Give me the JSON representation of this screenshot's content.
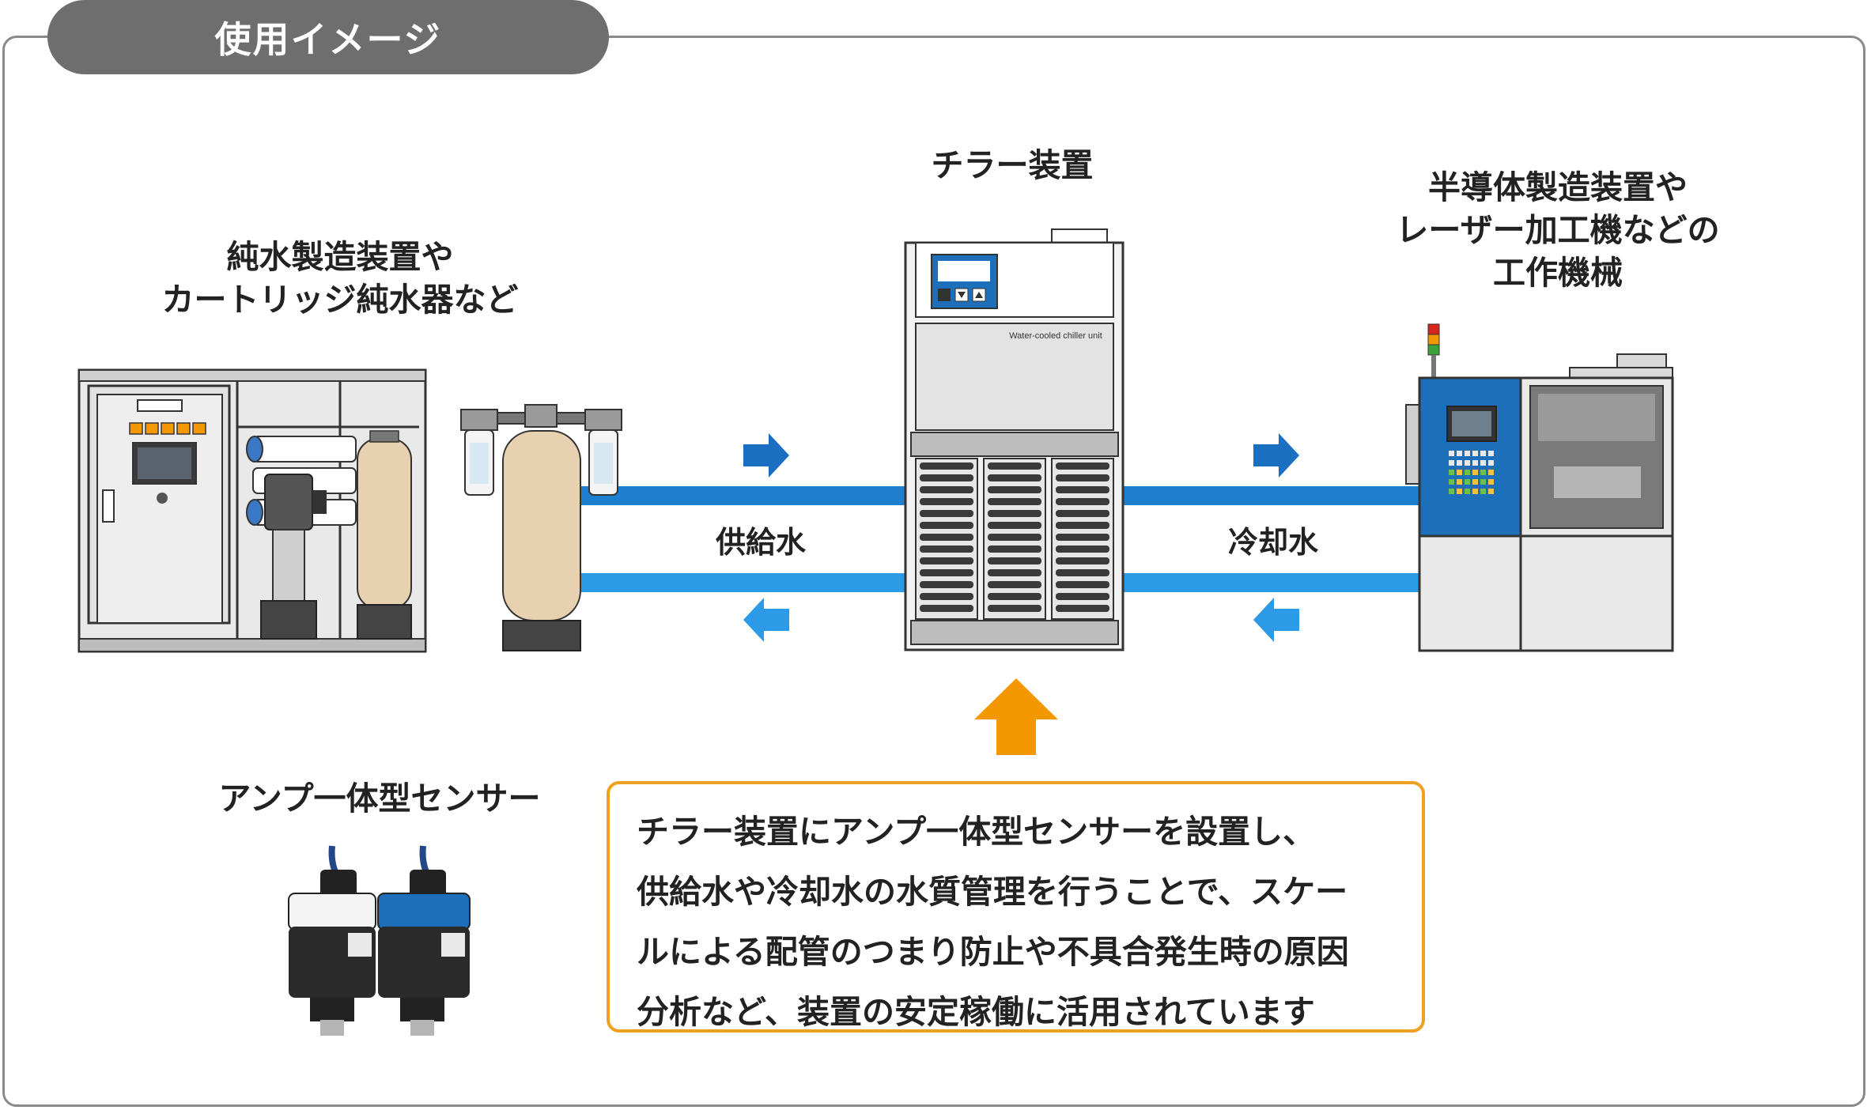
{
  "header": {
    "tab_label": "使用イメージ"
  },
  "labels": {
    "purifier": [
      "純水製造装置や",
      "カートリッジ純水器など"
    ],
    "chiller": "チラー装置",
    "machine": [
      "半導体製造装置や",
      "レーザー加工機などの",
      "工作機械"
    ],
    "sensor": "アンプ一体型センサー"
  },
  "flows": {
    "supply": "供給水",
    "cooling": "冷却水"
  },
  "chiller_panel": {
    "unit_text": "Water-cooled chiller unit"
  },
  "callout": {
    "lines": [
      "チラー装置にアンプ一体型センサーを設置し、",
      "供給水や冷却水の水質管理を行うことで、スケー",
      "ルによる配管のつまり防止や不具合発生時の原因",
      "分析など、装置の安定稼働に活用されています"
    ]
  },
  "colors": {
    "pipe_blue": "#1f7fcf",
    "arrow_dark_blue": "#1a6fc0",
    "arrow_light_blue": "#2c9ae6",
    "orange_arrow": "#f39800",
    "tab_gray": "#6e6e6e",
    "machine_blue": "#1c6fb8"
  },
  "icons": [
    "right-arrow-icon",
    "left-arrow-icon",
    "up-arrow-icon",
    "signal-tower-icon"
  ]
}
